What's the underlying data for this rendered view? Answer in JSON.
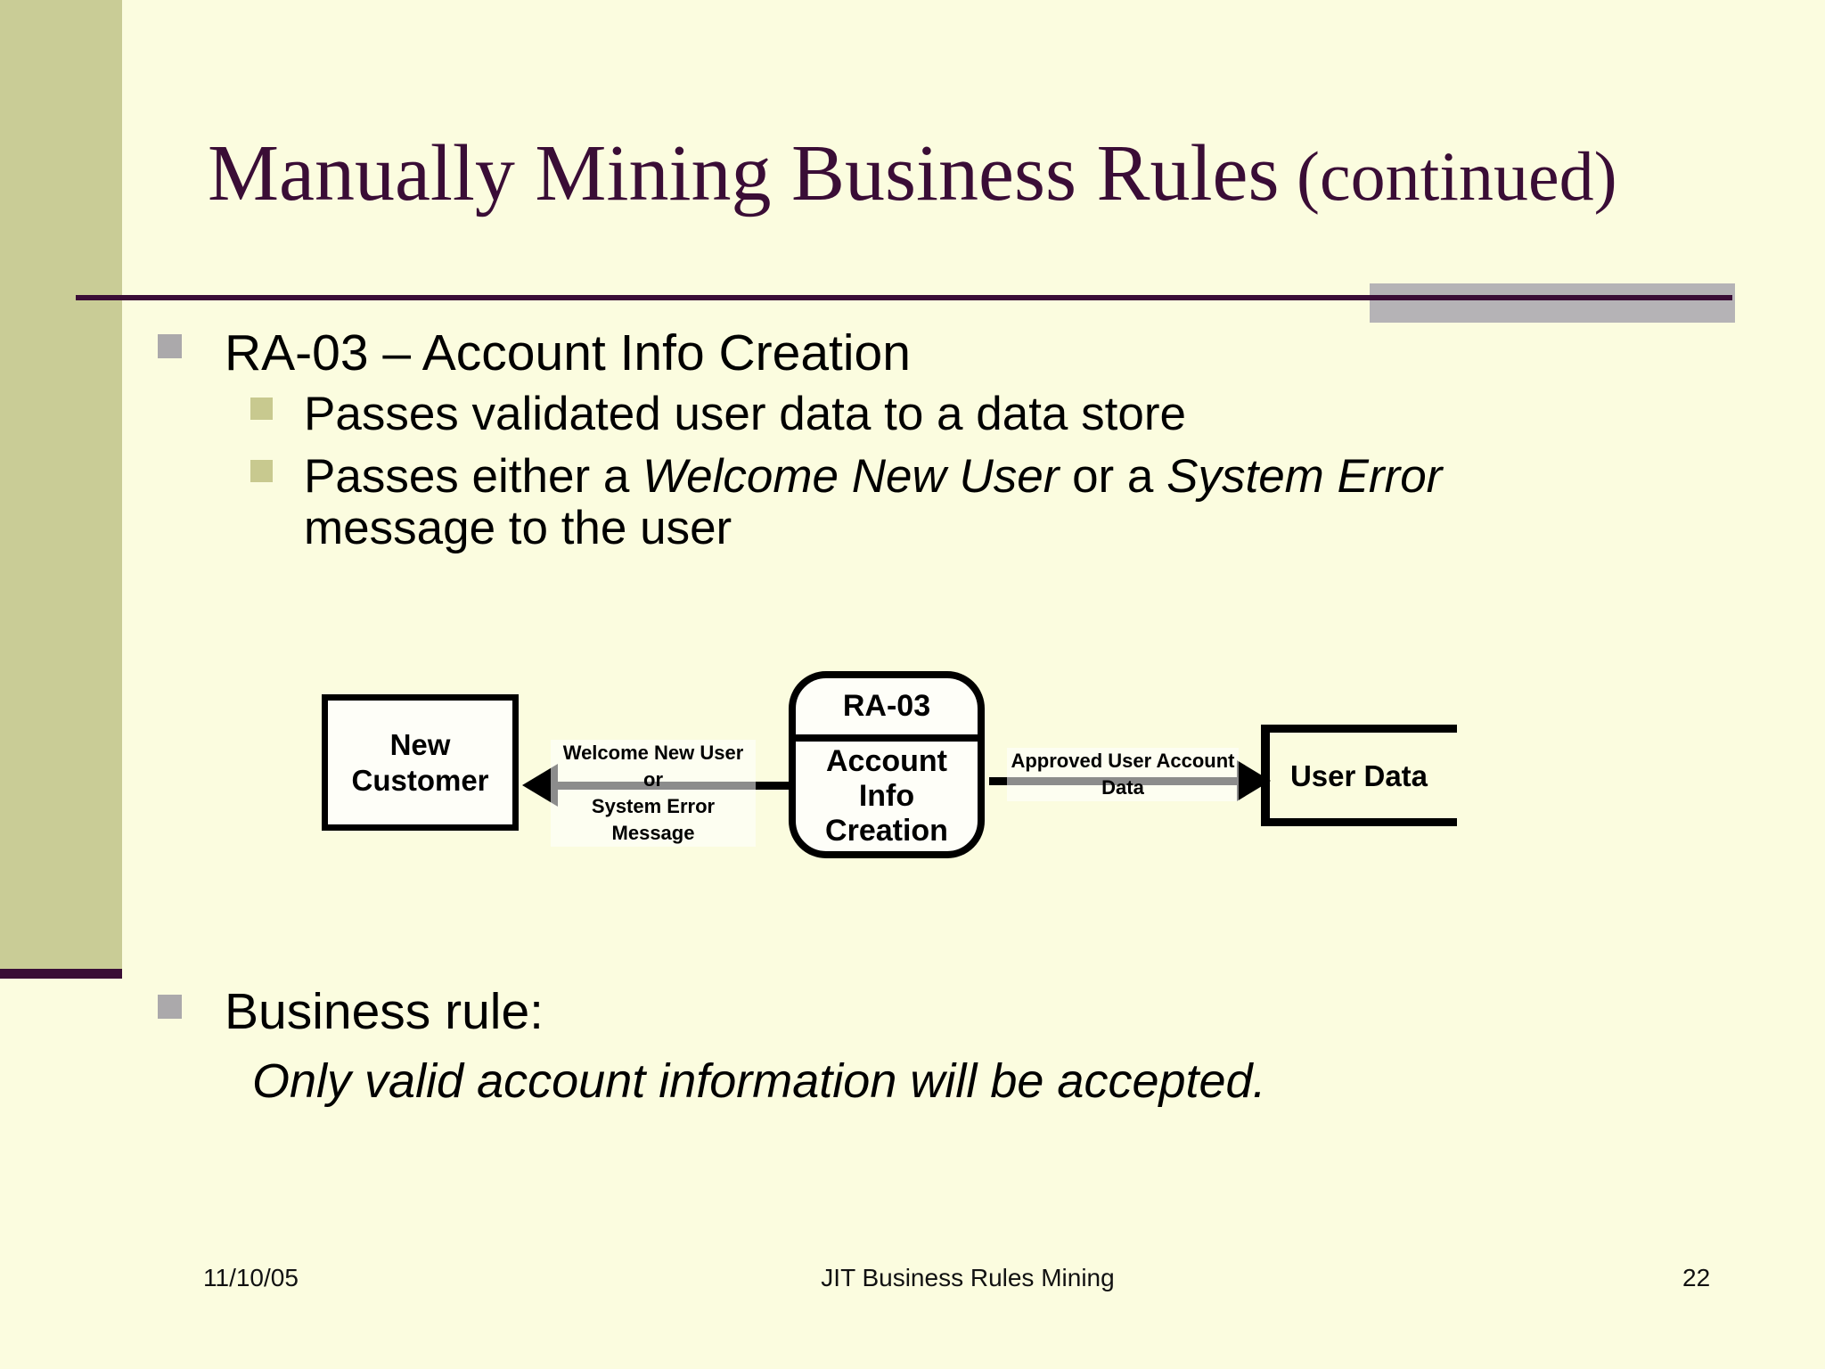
{
  "colors": {
    "background": "#FBFCDF",
    "sidebar_olive": "#C9CC96",
    "accent_purple": "#3A0D36",
    "accent_gray": "#B5B3B6",
    "bullet_level1_gray": "#ABA9AB",
    "bullet_level2_olive": "#C8C98F"
  },
  "title": {
    "main": "Manually Mining Business Rules",
    "suffix": " (continued)"
  },
  "content": {
    "bullet1": "RA-03 – Account Info Creation",
    "sub1": "Passes validated user data to a data store",
    "sub2_seg0": "Passes either a ",
    "sub2_seg1": "Welcome New User",
    "sub2_seg2": " or a ",
    "sub2_seg3": "System Error",
    "sub2_line2": "message to the user",
    "bullet2": "Business rule:",
    "rule_italic": "Only valid account information will be accepted."
  },
  "diagram": {
    "external_entity": {
      "line1": "New",
      "line2": "Customer"
    },
    "process": {
      "id": "RA-03",
      "name_line1": "Account Info",
      "name_line2": "Creation"
    },
    "data_store": {
      "label": "User Data"
    },
    "flow_to_customer": {
      "line1": "Welcome New User or",
      "line2": "System Error Message"
    },
    "flow_to_store": {
      "label": "Approved User Account Data"
    }
  },
  "footer": {
    "date": "11/10/05",
    "title": "JIT Business Rules Mining",
    "page": "22"
  }
}
